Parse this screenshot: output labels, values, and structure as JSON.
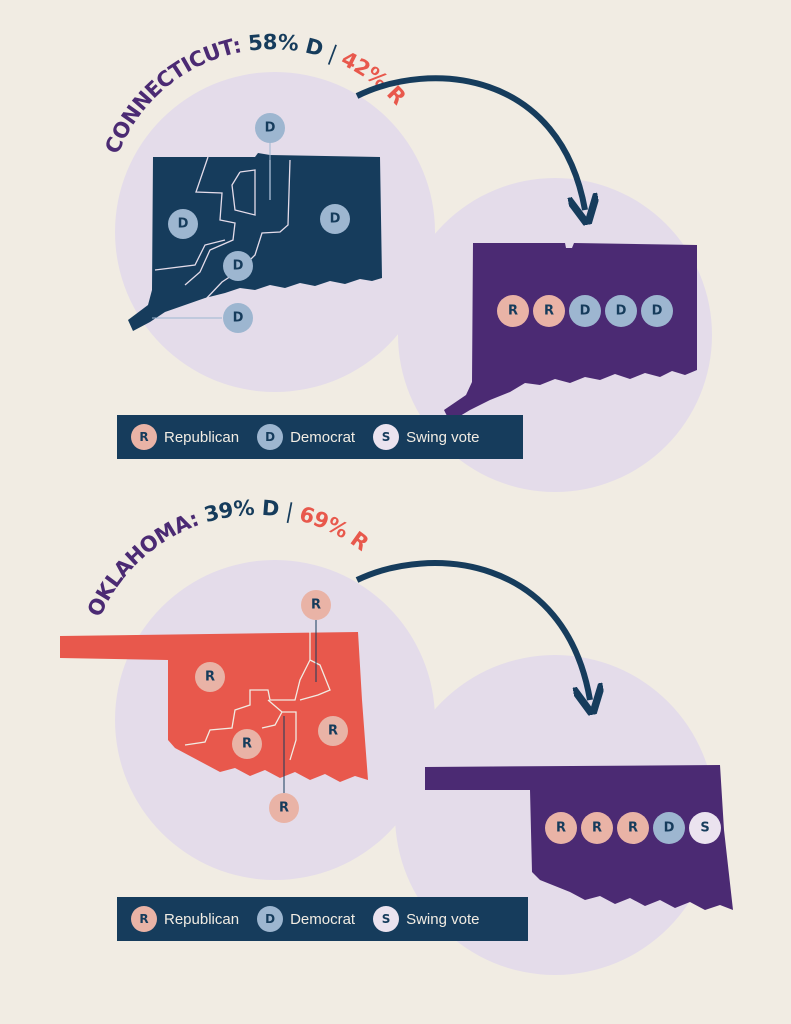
{
  "colors": {
    "background": "#f1ece3",
    "circle": "#e4dcea",
    "navy": "#163c5c",
    "red": "#e8584c",
    "purple": "#4b2a73",
    "republican": "#e9b3a6",
    "democrat": "#9db6d0",
    "swing": "#ebe3ef"
  },
  "legend": {
    "items": [
      {
        "letter": "R",
        "label": "Republican"
      },
      {
        "letter": "D",
        "label": "Democrat"
      },
      {
        "letter": "S",
        "label": "Swing vote"
      }
    ]
  },
  "connecticut": {
    "state": "CONNECTICUT:",
    "dem_share": "58% D",
    "separator": "|",
    "rep_share": "42% R",
    "district_badges": [
      "D",
      "D",
      "D",
      "D",
      "D"
    ],
    "statewide_result": [
      "R",
      "R",
      "D",
      "D",
      "D"
    ]
  },
  "oklahoma": {
    "state": "OKLAHOMA:",
    "dem_share": "39% D",
    "separator": "|",
    "rep_share": "69% R",
    "district_badges": [
      "R",
      "R",
      "R",
      "R",
      "R"
    ],
    "statewide_result": [
      "R",
      "R",
      "R",
      "D",
      "S"
    ]
  }
}
